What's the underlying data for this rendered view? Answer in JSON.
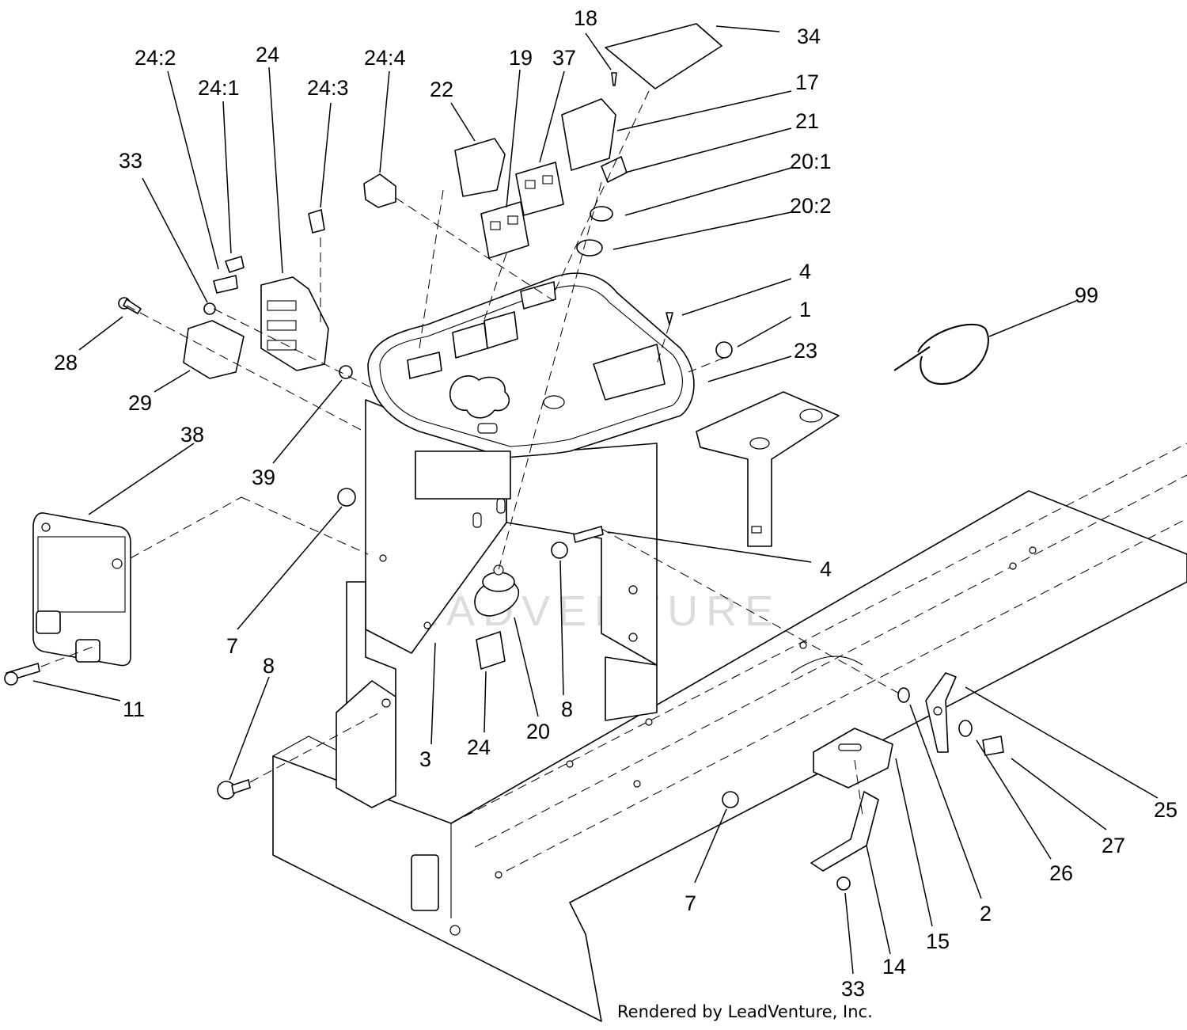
{
  "diagram": {
    "watermark": "LEADVENTURE",
    "credit": "Rendered by LeadVenture, Inc.",
    "callouts": [
      {
        "label": "18"
      },
      {
        "label": "34"
      },
      {
        "label": "24:2"
      },
      {
        "label": "24"
      },
      {
        "label": "24:4"
      },
      {
        "label": "19"
      },
      {
        "label": "37"
      },
      {
        "label": "24:1"
      },
      {
        "label": "24:3"
      },
      {
        "label": "17"
      },
      {
        "label": "22"
      },
      {
        "label": "21"
      },
      {
        "label": "33"
      },
      {
        "label": "20:1"
      },
      {
        "label": "20:2"
      },
      {
        "label": "4"
      },
      {
        "label": "99"
      },
      {
        "label": "1"
      },
      {
        "label": "23"
      },
      {
        "label": "28"
      },
      {
        "label": "29"
      },
      {
        "label": "38"
      },
      {
        "label": "39"
      },
      {
        "label": "4"
      },
      {
        "label": "7"
      },
      {
        "label": "8"
      },
      {
        "label": "11"
      },
      {
        "label": "3"
      },
      {
        "label": "24"
      },
      {
        "label": "20"
      },
      {
        "label": "8"
      },
      {
        "label": "25"
      },
      {
        "label": "27"
      },
      {
        "label": "26"
      },
      {
        "label": "7"
      },
      {
        "label": "2"
      },
      {
        "label": "15"
      },
      {
        "label": "14"
      },
      {
        "label": "33"
      }
    ]
  }
}
